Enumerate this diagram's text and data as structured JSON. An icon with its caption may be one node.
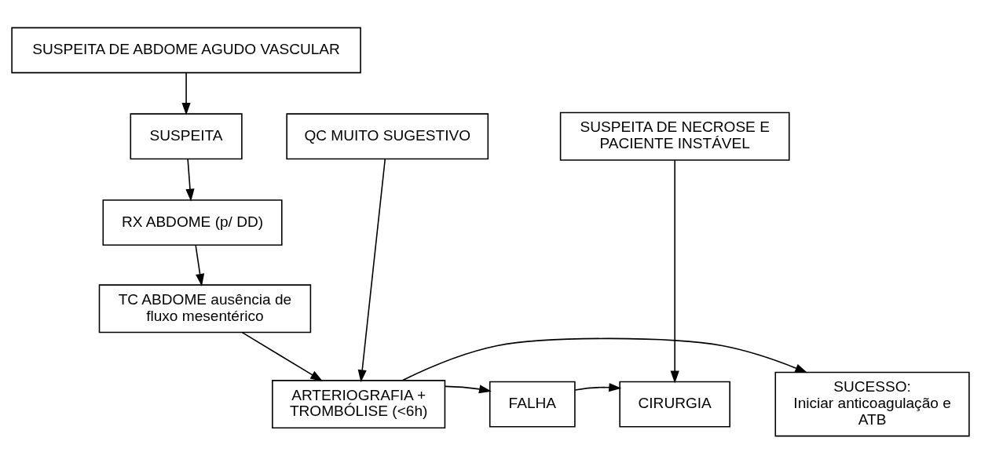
{
  "diagram": {
    "nodes": [
      {
        "text": [
          "SUSPEITA DE ABDOME AGUDO VASCULAR"
        ]
      },
      {
        "text": [
          "QC MUITO SUGESTIVO"
        ]
      },
      {
        "text": [
          "SUSPEITA"
        ]
      },
      {
        "text": [
          "SUSPEITA DE NECROSE E PACIENTE INSTÁVEL"
        ]
      },
      {
        "text": [
          "RX ABDOME (p/ DD)"
        ]
      },
      {
        "text": [
          "TC ABDOME ausência de fluxo mesentérico"
        ]
      },
      {
        "text": [
          "SUCESSO:",
          "Iniciar anticoagulação e ATB"
        ]
      },
      {
        "text": [
          "ARTERIOGRAFIA + TROMBÓLISE (<6h)"
        ]
      },
      {
        "text": [
          "FALHA"
        ]
      },
      {
        "text": [
          "CIRURGIA"
        ]
      }
    ],
    "edges": [
      {
        "from": 0,
        "to": 2,
        "arrow": "to"
      },
      {
        "from": 2,
        "to": 4,
        "arrow": "to"
      },
      {
        "from": 4,
        "to": 5,
        "arrow": "to"
      },
      {
        "from": 5,
        "to": 7,
        "arrow": "to"
      },
      {
        "from": 1,
        "to": 7,
        "arrow": "to"
      },
      {
        "from": 7,
        "to": 6,
        "arrow": "to"
      },
      {
        "from": 7,
        "to": 8,
        "arrow": "to"
      },
      {
        "from": 8,
        "to": 9,
        "arrow": "to"
      },
      {
        "from": 3,
        "to": 9,
        "arrow": "to"
      }
    ]
  }
}
